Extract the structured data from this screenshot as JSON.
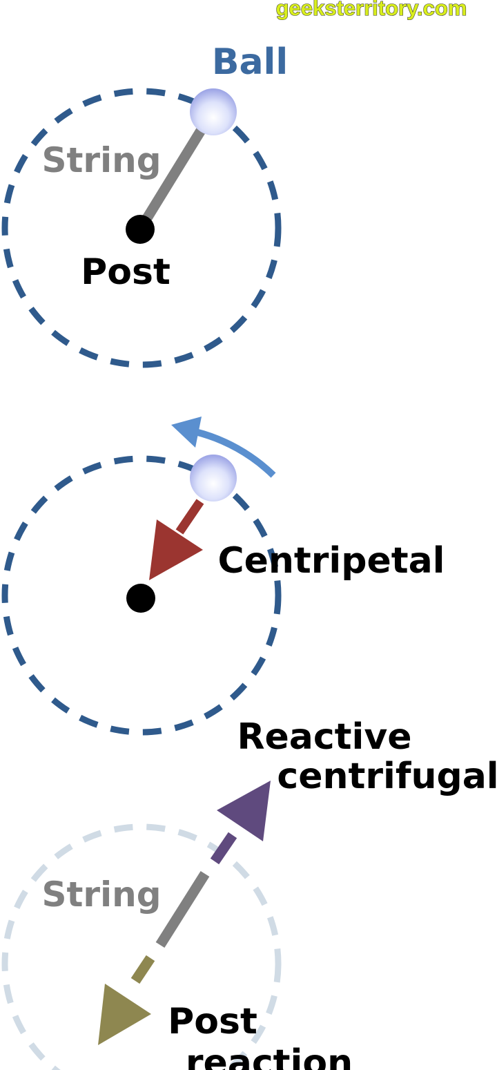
{
  "watermark": "geeksterritory.com",
  "panel_top": {
    "ball_label": "Ball",
    "string_label": "String",
    "post_label": "Post"
  },
  "panel_middle": {
    "centripetal_label": "Centripetal"
  },
  "panel_bottom": {
    "reactive_label_line1": "Reactive",
    "reactive_label_line2": "centrifugal",
    "string_label": "String",
    "post_reaction_line1": "Post",
    "post_reaction_line2": "reaction"
  },
  "colors": {
    "orbit": "#2f5a8c",
    "orbit_faded": "#d0dbe5",
    "string": "#808080",
    "post": "#000000",
    "ball_edge": "#9fa8e8",
    "ball_highlight": "#f4f6ff",
    "ball_label": "#3c6aa0",
    "motion_arrow": "#5a8fcf",
    "centripetal_arrow": "#9b3530",
    "reactive_arrow": "#5f4a7e",
    "post_reaction_arrow": "#8e8750",
    "watermark_fill": "#d9ee1e",
    "watermark_stroke": "#2f2f2f"
  },
  "icons": {
    "ball": "circle-ball-icon",
    "post": "dot-post-icon",
    "motion": "curved-arrow-icon",
    "force": "straight-arrow-icon"
  }
}
